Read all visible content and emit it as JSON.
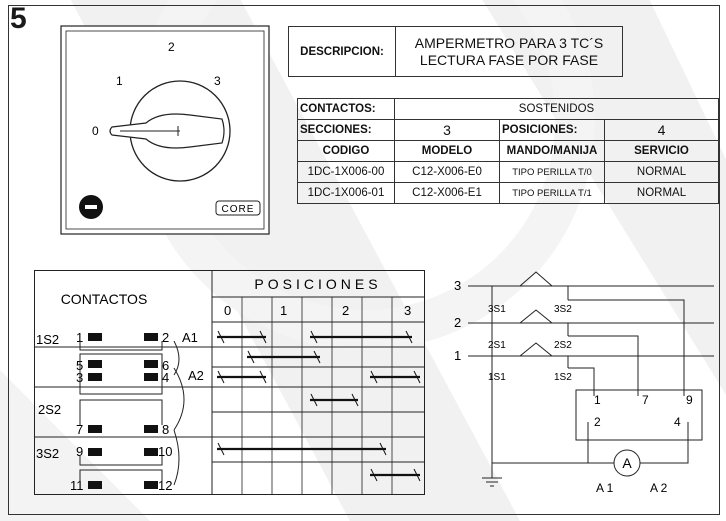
{
  "sheet": {
    "number": "5"
  },
  "description": {
    "label": "DESCRIPCION:",
    "value_line1": "AMPERMETRO PARA 3 TC´S",
    "value_line2": "LECTURA FASE POR FASE"
  },
  "specs": {
    "contacts_label": "CONTACTOS:",
    "contacts_value": "SOSTENIDOS",
    "sections_label": "SECCIONES:",
    "sections_value": "3",
    "positions_label": "POSICIONES:",
    "positions_value": "4",
    "headers": [
      "CODIGO",
      "MODELO",
      "MANDO/MANIJA",
      "SERVICIO"
    ],
    "rows": [
      [
        "1DC-1X006-00",
        "C12-X006-E0",
        "TIPO PERILLA T/0",
        "NORMAL"
      ],
      [
        "1DC-1X006-01",
        "C12-X006-E1",
        "TIPO PERILLA T/1",
        "NORMAL"
      ]
    ]
  },
  "dial": {
    "positions": [
      "0",
      "1",
      "2",
      "3"
    ],
    "brand": "CORE"
  },
  "contact_chart": {
    "contacts_label": "CONTACTOS",
    "positions_label": "POSICIONES",
    "position_numbers": [
      "0",
      "1",
      "2",
      "3"
    ],
    "section_labels": [
      "1S2",
      "2S2",
      "3S2"
    ],
    "terminal_numbers": [
      "1",
      "2",
      "3",
      "4",
      "5",
      "6",
      "7",
      "8",
      "9",
      "10",
      "11",
      "12"
    ],
    "aux_labels": [
      "A1",
      "A2"
    ],
    "closed_contacts": [
      {
        "row": 1,
        "positions": [
          "0",
          "2"
        ]
      },
      {
        "row": 2,
        "positions": [
          "1"
        ]
      },
      {
        "row": 3,
        "positions": [
          "0",
          "3"
        ]
      },
      {
        "row": 4,
        "positions": [
          "2"
        ]
      },
      {
        "row": 5,
        "positions": [
          "0",
          "1",
          "2"
        ]
      },
      {
        "row": 6,
        "positions": [
          "3"
        ]
      }
    ]
  },
  "wiring": {
    "phase_labels": [
      "3",
      "2",
      "1"
    ],
    "terminal_labels": [
      "3S1",
      "3S2",
      "2S1",
      "2S2",
      "1S1",
      "1S2"
    ],
    "box_terminals": [
      "1",
      "7",
      "9",
      "2",
      "4"
    ],
    "meter_symbol": "A",
    "meter_terminals": [
      "A 1",
      "A 2"
    ]
  }
}
